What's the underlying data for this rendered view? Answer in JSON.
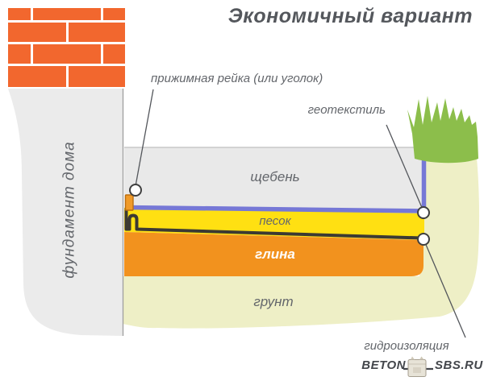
{
  "title": "Экономичный вариант",
  "labels": {
    "batten": "прижимная рейка (или уголок)",
    "geotextile": "геотекстиль",
    "waterproofing": "гидроизоляция",
    "foundation": "фундамент дома",
    "gravel": "щебень",
    "sand": "песок",
    "clay": "глина",
    "soil": "грунт"
  },
  "logo": {
    "left": "BETON",
    "right": "SBS.RU"
  },
  "colors": {
    "brick": "#F2672E",
    "concrete": "#EBEBEB",
    "gravel_fill": "#E9E9E9",
    "geotextile": "#7678D6",
    "sand_fill": "#FFE012",
    "membrane": "#3C3A33",
    "clay_fill": "#F2921E",
    "soil_fill": "#EEEFC6",
    "grass": "#8CBE4B",
    "batten_fill": "#F09A28",
    "title_text": "#54575C",
    "label_text": "#63666B",
    "clay_text": "#FFFFFF",
    "logo_text": "#43464B"
  }
}
